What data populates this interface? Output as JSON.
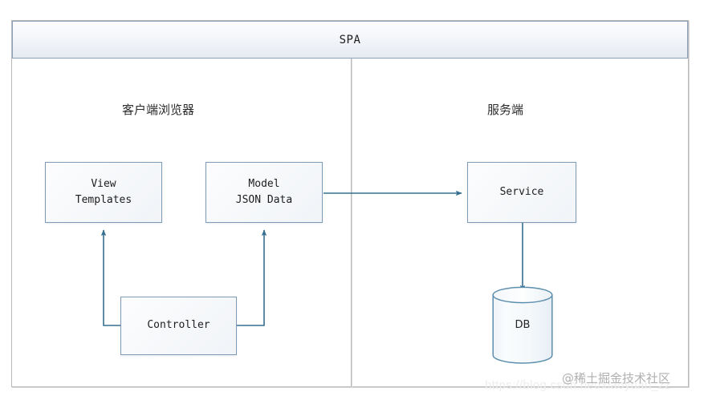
{
  "diagram": {
    "title": "SPA",
    "sections": [
      {
        "id": "client",
        "label": "客户端浏览器"
      },
      {
        "id": "server",
        "label": "服务端"
      }
    ],
    "nodes": {
      "view": {
        "line1": "View",
        "line2": "Templates"
      },
      "model": {
        "line1": "Model",
        "line2": "JSON Data"
      },
      "service": {
        "line1": "Service"
      },
      "controller": {
        "line1": "Controller"
      },
      "db": {
        "label": "DB"
      }
    },
    "edges": [
      {
        "from": "model",
        "to": "service",
        "style": "arrow-right"
      },
      {
        "from": "controller",
        "to": "view",
        "style": "elbow-arrow-up"
      },
      {
        "from": "controller",
        "to": "model",
        "style": "elbow-arrow-up"
      },
      {
        "from": "service",
        "to": "db",
        "style": "arrow-down"
      }
    ],
    "colors": {
      "node_border": "#7d9ab8",
      "connector": "#35708f",
      "frame_border": "#b9b9b9",
      "title_border": "#8ea0c0",
      "divider": "#b9b9b9"
    }
  },
  "watermark": {
    "brand": "@稀土掘金技术社区",
    "url": "https://blog.csdn.net/xiaoyuan_zz"
  }
}
